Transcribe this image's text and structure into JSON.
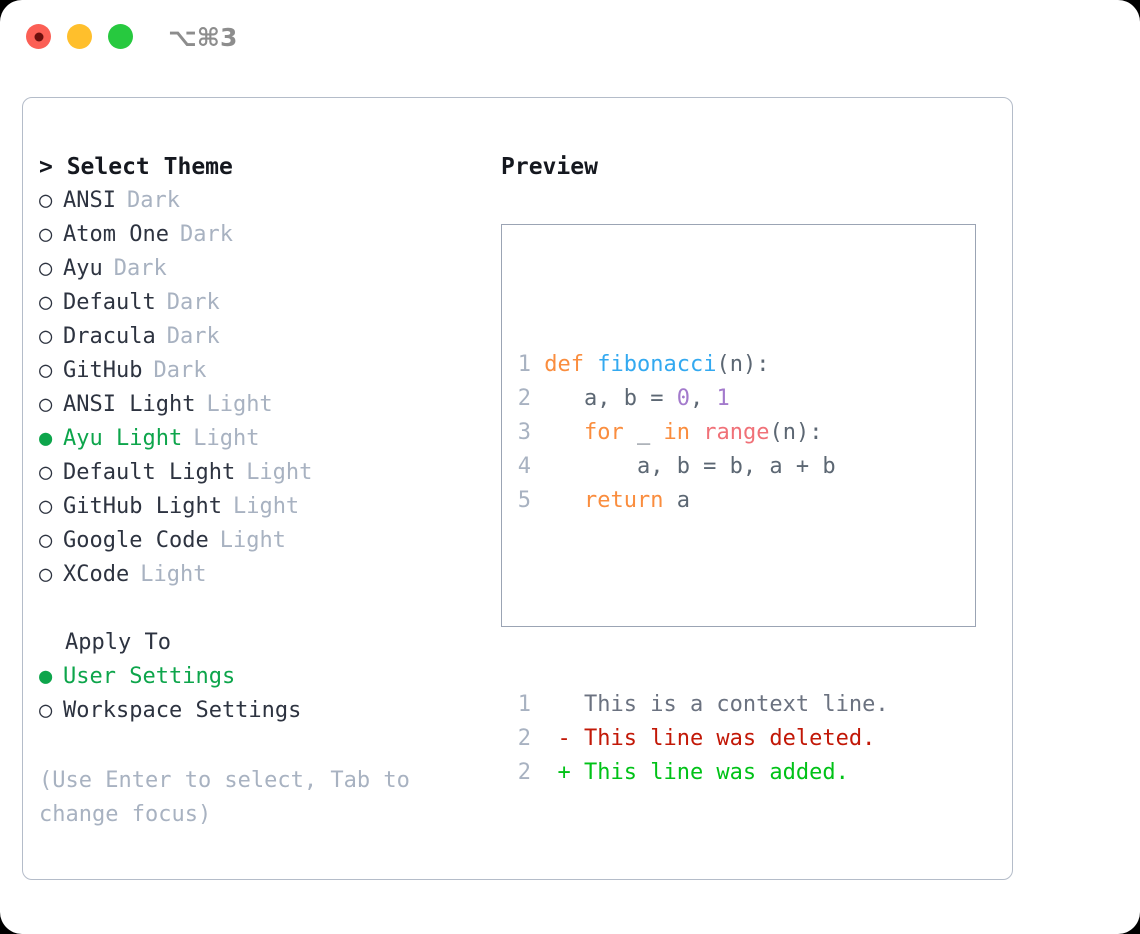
{
  "window": {
    "shortcut": "⌥⌘3",
    "traffic_lights": [
      "close-red",
      "minimize-yellow",
      "maximize-green"
    ]
  },
  "left": {
    "heading": "> Select Theme",
    "themes": [
      {
        "marker": "○",
        "name": "ANSI",
        "badge": "Dark",
        "selected": false
      },
      {
        "marker": "○",
        "name": "Atom One",
        "badge": "Dark",
        "selected": false
      },
      {
        "marker": "○",
        "name": "Ayu",
        "badge": "Dark",
        "selected": false
      },
      {
        "marker": "○",
        "name": "Default",
        "badge": "Dark",
        "selected": false
      },
      {
        "marker": "○",
        "name": "Dracula",
        "badge": "Dark",
        "selected": false
      },
      {
        "marker": "○",
        "name": "GitHub",
        "badge": "Dark",
        "selected": false
      },
      {
        "marker": "○",
        "name": "ANSI Light",
        "badge": "Light",
        "selected": false
      },
      {
        "marker": "●",
        "name": "Ayu Light",
        "badge": "Light",
        "selected": true
      },
      {
        "marker": "○",
        "name": "Default Light",
        "badge": "Light",
        "selected": false
      },
      {
        "marker": "○",
        "name": "GitHub Light",
        "badge": "Light",
        "selected": false
      },
      {
        "marker": "○",
        "name": "Google Code",
        "badge": "Light",
        "selected": false
      },
      {
        "marker": "○",
        "name": "XCode",
        "badge": "Light",
        "selected": false
      }
    ],
    "apply_to_title": "Apply To",
    "apply_to": [
      {
        "marker": "●",
        "name": "User Settings",
        "badge": "",
        "selected": true
      },
      {
        "marker": "○",
        "name": "Workspace Settings",
        "badge": "",
        "selected": false
      }
    ],
    "hint": "(Use Enter to select, Tab to change focus)"
  },
  "right": {
    "heading": "Preview",
    "code_lines": [
      {
        "num": "1",
        "tokens": [
          {
            "t": " ",
            "c": "plain"
          },
          {
            "t": "def",
            "c": "kw"
          },
          {
            "t": " ",
            "c": "plain"
          },
          {
            "t": "fibonacci",
            "c": "fn"
          },
          {
            "t": "(n):",
            "c": "plain"
          }
        ]
      },
      {
        "num": "2",
        "tokens": [
          {
            "t": "    a, b = ",
            "c": "plain"
          },
          {
            "t": "0",
            "c": "num"
          },
          {
            "t": ", ",
            "c": "plain"
          },
          {
            "t": "1",
            "c": "num"
          }
        ]
      },
      {
        "num": "3",
        "tokens": [
          {
            "t": "    ",
            "c": "plain"
          },
          {
            "t": "for",
            "c": "kw"
          },
          {
            "t": " _ ",
            "c": "plain"
          },
          {
            "t": "in",
            "c": "kw"
          },
          {
            "t": " ",
            "c": "plain"
          },
          {
            "t": "range",
            "c": "builtin"
          },
          {
            "t": "(n):",
            "c": "plain"
          }
        ]
      },
      {
        "num": "4",
        "tokens": [
          {
            "t": "        a, b = b, a + b",
            "c": "plain"
          }
        ]
      },
      {
        "num": "5",
        "tokens": [
          {
            "t": "    ",
            "c": "plain"
          },
          {
            "t": "return",
            "c": "kw"
          },
          {
            "t": " a",
            "c": "plain"
          }
        ]
      }
    ],
    "diff_lines": [
      {
        "num": "1",
        "sign": " ",
        "text": " This is a context line.",
        "kind": "ctx"
      },
      {
        "num": "2",
        "sign": "-",
        "text": " This line was deleted.",
        "kind": "del"
      },
      {
        "num": "2",
        "sign": "+",
        "text": " This line was added.",
        "kind": "add"
      }
    ]
  },
  "colors": {
    "accent_green": "#0da54b",
    "badge_gray": "#a8b2c1",
    "keyword_orange": "#fa8d3e",
    "function_blue": "#33a9f0",
    "number_purple": "#a37acc",
    "builtin_red": "#f07178",
    "diff_add_green": "#00c217",
    "diff_del_red": "#c21807",
    "border_gray": "#9ba4b4"
  }
}
